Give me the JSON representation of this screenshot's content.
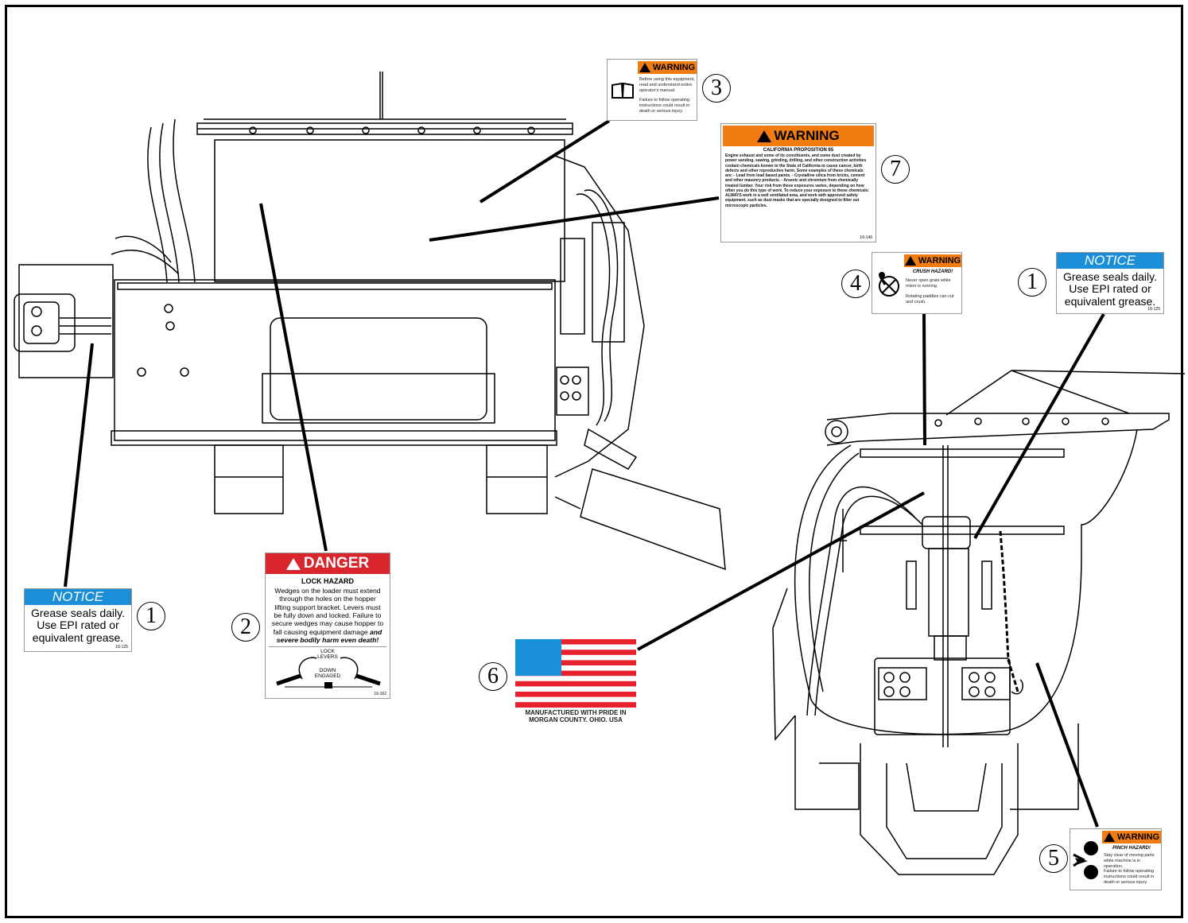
{
  "labels": {
    "notice": {
      "header": "NOTICE",
      "body": "Grease seals daily. Use EPI rated or equivalent grease.",
      "code": "16-125"
    },
    "danger": {
      "header": "DANGER",
      "title": "LOCK HAZARD",
      "body_plain": "Wedges on the loader must extend through the holes on the hopper lifting support bracket. Levers must be fully down and locked. Failure to secure wedges may cause hopper to fall causing equipment damage",
      "body_emph": "and severe bodily harm even death!",
      "lock_levers": "LOCK LEVERS",
      "down_engaged": "DOWN ENGAGED",
      "code": "16-162"
    },
    "warning_manual": {
      "header": "WARNING",
      "line1": "Before using this equipment, read and understand entire operator's manual.",
      "line2": "Failure to follow operating instructions could result in death or serious injury."
    },
    "warning_crush": {
      "header": "WARNING",
      "title": "CRUSH HAZARD!",
      "line1": "Never open grate while mixer is running.",
      "line2": "Rotating paddles can cut and crush."
    },
    "warning_pinch": {
      "header": "WARNING",
      "title": "PINCH HAZARD!",
      "line1": "Stay clear of moving parts while machine is in operation.",
      "line2": "Failure to follow operating instructions could result in death or serious injury."
    },
    "prop65": {
      "header": "WARNING",
      "title": "CALIFORNIA PROPOSITION 65",
      "body": "Engine exhaust and some of its constituents, and some dust created by power sanding, sawing, grinding, drilling, and other construction activities contain chemicals known to the State of California to cause cancer, birth defects and other reproductive harm. Some examples of these chemicals are: - Lead from lead based paints. - Crystalline silica from bricks, cement and other masonry products. - Arsenic and chromium from chemically treated lumber. Your risk from these exposures varies, depending on how often you do this type of work. To reduce your exposure to these chemicals: ALWAYS work in a well ventilated area, and work with approved safety equipment, such as dust masks that are specially designed to filter out microscopic particles.",
      "code": "16-146"
    },
    "flag": {
      "caption": "MANUFACTURED WITH PRIDE IN MORGAN COUNTY, OHIO, USA"
    }
  },
  "callouts": {
    "left_notice": "1",
    "danger": "2",
    "manual": "3",
    "crush": "4",
    "pinch": "5",
    "flag": "6",
    "prop65": "7",
    "right_notice": "1"
  },
  "colors": {
    "notice_blue": "#1a8fd8",
    "danger_red": "#d8262c",
    "warning_orange": "#f07c12",
    "flag_red": "#e8212f",
    "flag_blue": "#1a8fd8"
  }
}
